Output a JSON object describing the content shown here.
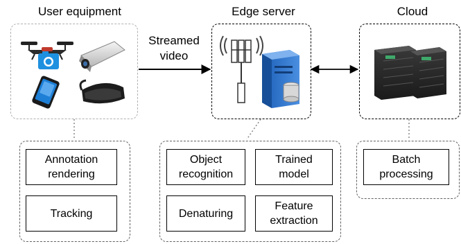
{
  "sections": {
    "user_equipment": "User equipment",
    "edge_server": "Edge server",
    "cloud": "Cloud"
  },
  "link_label": {
    "line1": "Streamed",
    "line2": "video"
  },
  "user_functions": {
    "annotation": {
      "line1": "Annotation",
      "line2": "rendering"
    },
    "tracking": "Tracking"
  },
  "edge_functions": {
    "object_recognition": {
      "line1": "Object",
      "line2": "recognition"
    },
    "trained_model": {
      "line1": "Trained",
      "line2": "model"
    },
    "denaturing": "Denaturing",
    "feature_extraction": {
      "line1": "Feature",
      "line2": "extraction"
    }
  },
  "cloud_functions": {
    "batch_processing": {
      "line1": "Batch",
      "line2": "processing"
    }
  },
  "icons": [
    "drone-icon",
    "camera-icon",
    "smartphone-icon",
    "vr-headset-icon",
    "antenna-tower-icon",
    "server-icon",
    "datacenter-icon"
  ],
  "colors": {
    "phone_blue": "#1e7fd6",
    "server_blue": "#2a6fc9",
    "drone_camera": "#1e90e0"
  }
}
